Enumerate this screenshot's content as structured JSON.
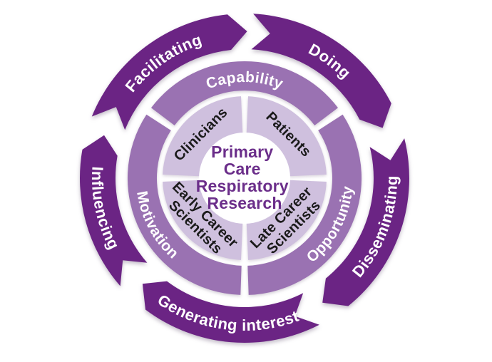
{
  "diagram": {
    "center": {
      "lines": [
        "Primary",
        "Care",
        "Respiratory",
        "Research"
      ]
    },
    "inner_ring": {
      "clinicians": {
        "label": "Clinicians"
      },
      "patients": {
        "label": "Patients"
      },
      "early_career": {
        "line1": "Early Career",
        "line2": "Scientists"
      },
      "late_career": {
        "line1": "Late Career",
        "line2": "Scientists"
      }
    },
    "middle_ring": {
      "capability": {
        "label": "Capability"
      },
      "opportunity": {
        "label": "Opportunity"
      },
      "motivation": {
        "label": "Motivation"
      }
    },
    "outer_ring": {
      "facilitating": {
        "label": "Facilitating"
      },
      "doing": {
        "label": "Doing"
      },
      "disseminating": {
        "label": "Disseminating"
      },
      "generating_interest": {
        "label": "Generating interest"
      },
      "influencing": {
        "label": "Influencing"
      }
    }
  },
  "colors": {
    "dark_purple": "#6B2484",
    "medium_purple": "#9A72B2",
    "light_purple": "#CFC0DE",
    "center_text": "#6B2E8A",
    "ink": "#1A1A1A",
    "label_light": "#FFFFFF",
    "background": "#FFFFFF"
  }
}
